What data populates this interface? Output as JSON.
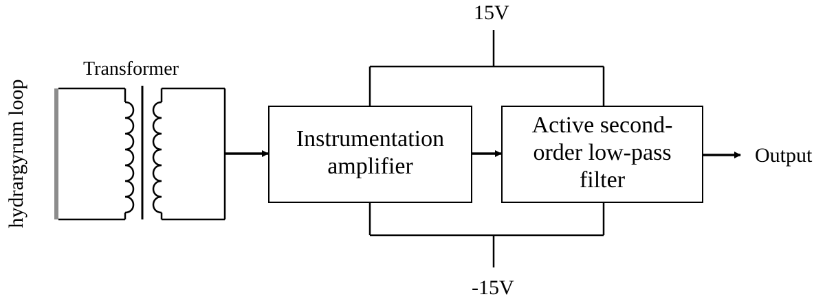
{
  "labels": {
    "source": "hydrargyrum loop",
    "transformer": "Transformer",
    "positive_supply": "15V",
    "negative_supply": "-15V",
    "output": "Output"
  },
  "blocks": {
    "amplifier": {
      "line1": "Instrumentation",
      "line2": "amplifier"
    },
    "filter": {
      "line1": "Active second-",
      "line2": "order low-pass",
      "line3": "filter"
    }
  }
}
